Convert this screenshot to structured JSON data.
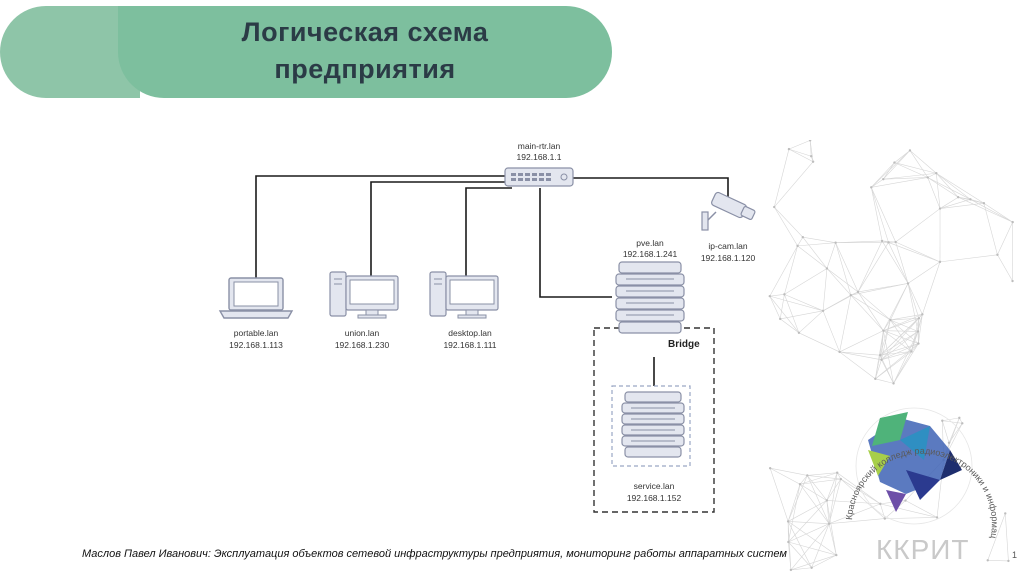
{
  "slide": {
    "title": "Логическая схема\nпредприятия",
    "footer": "Маслов Павел Иванович: Эксплуатация объектов сетевой инфраструктуры предприятия, мониторинг работы аппаратных систем",
    "page_number": "1"
  },
  "logo": {
    "text": "ККРИТ",
    "ring_text": "Красноярский колледж радиоэлектроники и информационных технологий"
  },
  "diagram": {
    "router": {
      "name": "main-rtr.lan",
      "ip": "192.168.1.1",
      "icon": "router-icon"
    },
    "camera": {
      "name": "ip-cam.lan",
      "ip": "192.168.1.120",
      "icon": "camera-icon"
    },
    "pve": {
      "name": "pve.lan",
      "ip": "192.168.1.241",
      "icon": "server-icon"
    },
    "bridge_label": "Bridge",
    "service": {
      "name": "service.lan",
      "ip": "192.168.1.152",
      "icon": "server-icon"
    },
    "portable": {
      "name": "portable.lan",
      "ip": "192.168.1.113",
      "icon": "laptop-icon"
    },
    "union": {
      "name": "union.lan",
      "ip": "192.168.1.230",
      "icon": "desktop-icon"
    },
    "desktop": {
      "name": "desktop.lan",
      "ip": "192.168.1.111",
      "icon": "desktop-icon"
    }
  },
  "colors": {
    "title_bg": "#7dbf9e",
    "icon_fill": "#e3e6ef",
    "icon_stroke": "#8a90a6",
    "line": "#1a1a1a"
  }
}
